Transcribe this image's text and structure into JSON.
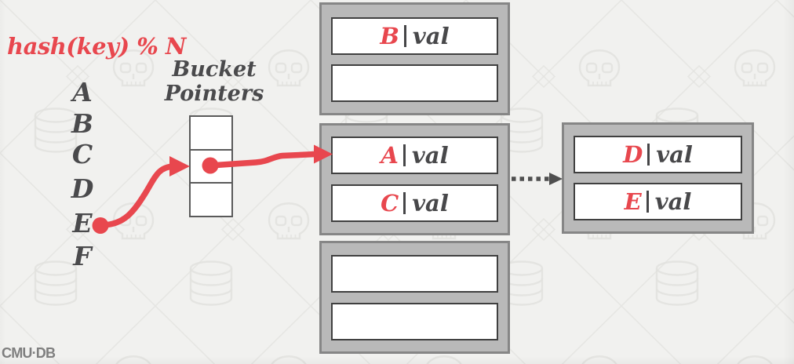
{
  "slide": {
    "hash_function_label": "hash(key) % N",
    "keys": [
      "A",
      "B",
      "C",
      "D",
      "E",
      "F"
    ],
    "bucket_pointers_label": [
      "Bucket",
      "Pointers"
    ],
    "pointer_cell_count": 3,
    "separator_glyph": "|",
    "buckets": {
      "top": {
        "slots": [
          {
            "key": "B",
            "value": "val"
          },
          {
            "key": "",
            "value": ""
          }
        ]
      },
      "middle": {
        "slots": [
          {
            "key": "A",
            "value": "val"
          },
          {
            "key": "C",
            "value": "val"
          }
        ]
      },
      "bottom": {
        "slots": [
          {
            "key": "",
            "value": ""
          },
          {
            "key": "",
            "value": ""
          }
        ]
      },
      "overflow": {
        "slots": [
          {
            "key": "D",
            "value": "val"
          },
          {
            "key": "E",
            "value": "val"
          }
        ]
      }
    },
    "brand": "CMU·DB",
    "watermark_icons": [
      "skull-icon",
      "database-icon"
    ],
    "colors": {
      "background": "#f1f1ef",
      "accent_red": "#e8474e",
      "text_dark": "#4a4a4c",
      "bucket_fill": "#b9b9b9",
      "bucket_border": "#868686",
      "slot_border": "#404040",
      "pointer_cell_border": "#5a5a5a",
      "dotted_arrow": "#4f4f4f",
      "brand_gray": "#7f7f7f"
    }
  }
}
